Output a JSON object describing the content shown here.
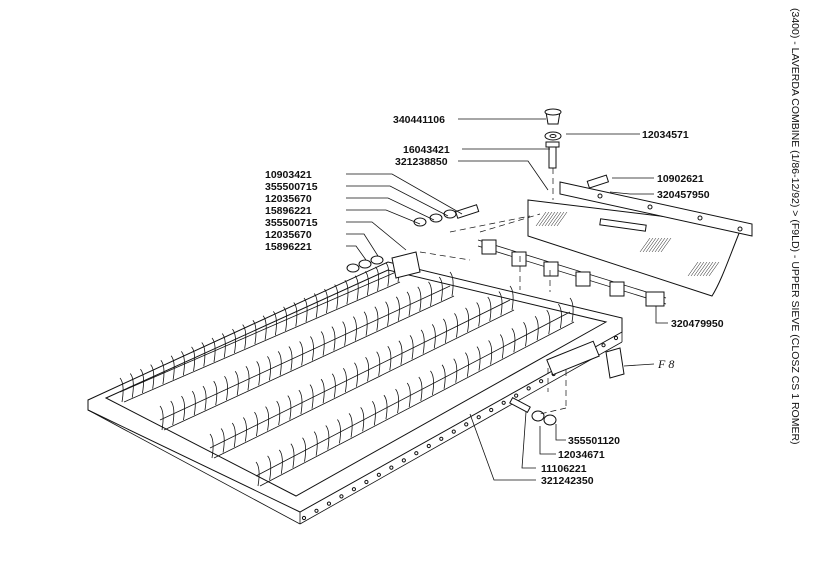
{
  "side_title": "(3400) - LAVERDA COMBINE (1/86-12/92) > (F9LD) - UPPER SIEVE (CLOSZ CS 1 ROMER)",
  "figure_ref": "F 8",
  "parts": [
    "340441106",
    "12034571",
    "16043421",
    "321238850",
    "10902621",
    "320457950",
    "10903421",
    "355500715",
    "12035670",
    "15896221",
    "355500715",
    "12035670",
    "15896221",
    "320479950",
    "355501120",
    "12034671",
    "11106221",
    "321242350"
  ]
}
